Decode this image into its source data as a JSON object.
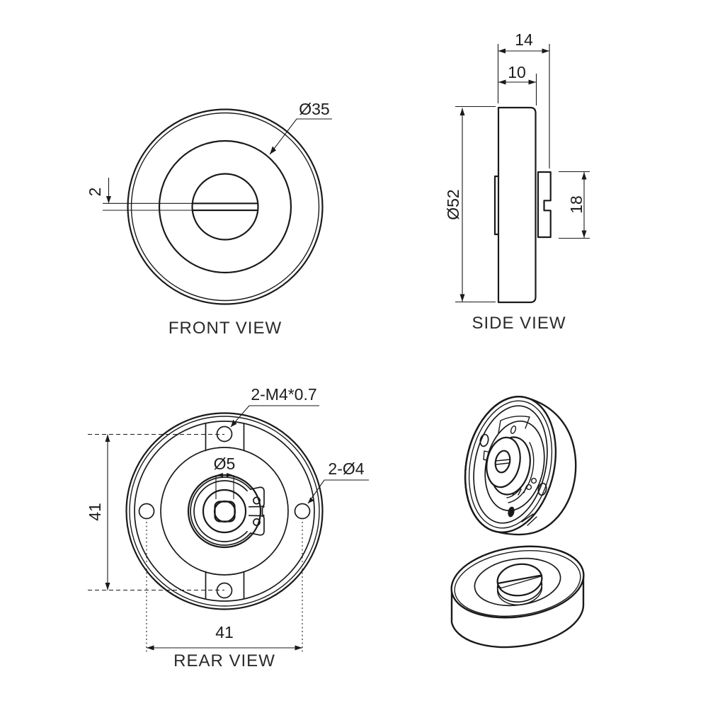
{
  "drawing": {
    "front": {
      "label": "FRONT VIEW",
      "dim_diameter": "Ø35",
      "dim_slot": "2"
    },
    "side": {
      "label": "SIDE VIEW",
      "dim_depth_total": "14",
      "dim_depth_body": "10",
      "dim_diameter": "Ø52",
      "dim_hub": "18"
    },
    "rear": {
      "label": "REAR VIEW",
      "dim_thread": "2-M4*0.7",
      "dim_spindle": "Ø5",
      "dim_holes": "2-Ø4",
      "dim_spacing_v": "41",
      "dim_spacing_h": "41"
    }
  }
}
